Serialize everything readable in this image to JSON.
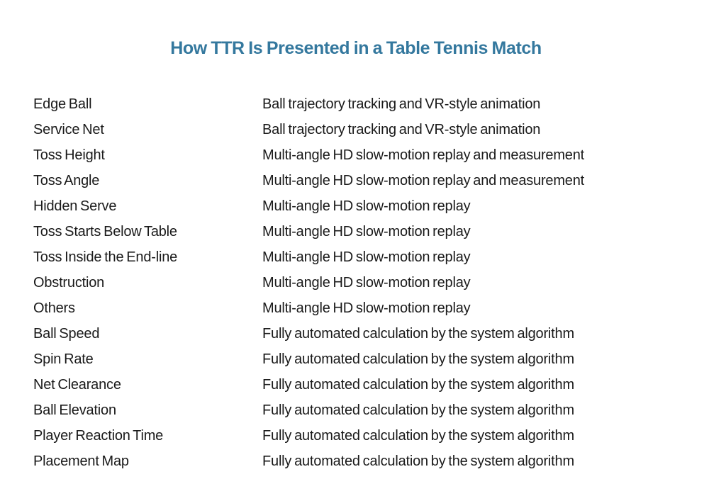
{
  "page": {
    "title": "How TTR Is Presented in a Table Tennis Match",
    "background_color": "#FFFFFF",
    "title_color": "#34789E",
    "body_text_color": "#1A1A1A"
  },
  "table": {
    "rows": [
      {
        "term": "Edge Ball",
        "presentation": "Ball trajectory tracking and VR-style animation"
      },
      {
        "term": "Service Net",
        "presentation": "Ball trajectory tracking and VR-style animation"
      },
      {
        "term": "Toss Height",
        "presentation": "Multi-angle HD slow-motion replay and measurement"
      },
      {
        "term": "Toss Angle",
        "presentation": "Multi-angle HD slow-motion replay and measurement"
      },
      {
        "term": "Hidden Serve",
        "presentation": "Multi-angle HD slow-motion replay"
      },
      {
        "term": "Toss Starts Below Table",
        "presentation": "Multi-angle HD slow-motion replay"
      },
      {
        "term": "Toss Inside the End-line",
        "presentation": "Multi-angle HD slow-motion replay"
      },
      {
        "term": "Obstruction",
        "presentation": "Multi-angle HD slow-motion replay"
      },
      {
        "term": "Others",
        "presentation": "Multi-angle HD slow-motion replay"
      },
      {
        "term": "Ball Speed",
        "presentation": "Fully automated calculation by the system algorithm"
      },
      {
        "term": "Spin Rate",
        "presentation": "Fully automated calculation by the system algorithm"
      },
      {
        "term": "Net Clearance",
        "presentation": "Fully automated calculation by the system algorithm"
      },
      {
        "term": "Ball Elevation",
        "presentation": "Fully automated calculation by the system algorithm"
      },
      {
        "term": "Player Reaction Time",
        "presentation": "Fully automated calculation by the system algorithm"
      },
      {
        "term": "Placement Map",
        "presentation": "Fully automated calculation by the system algorithm"
      }
    ]
  }
}
